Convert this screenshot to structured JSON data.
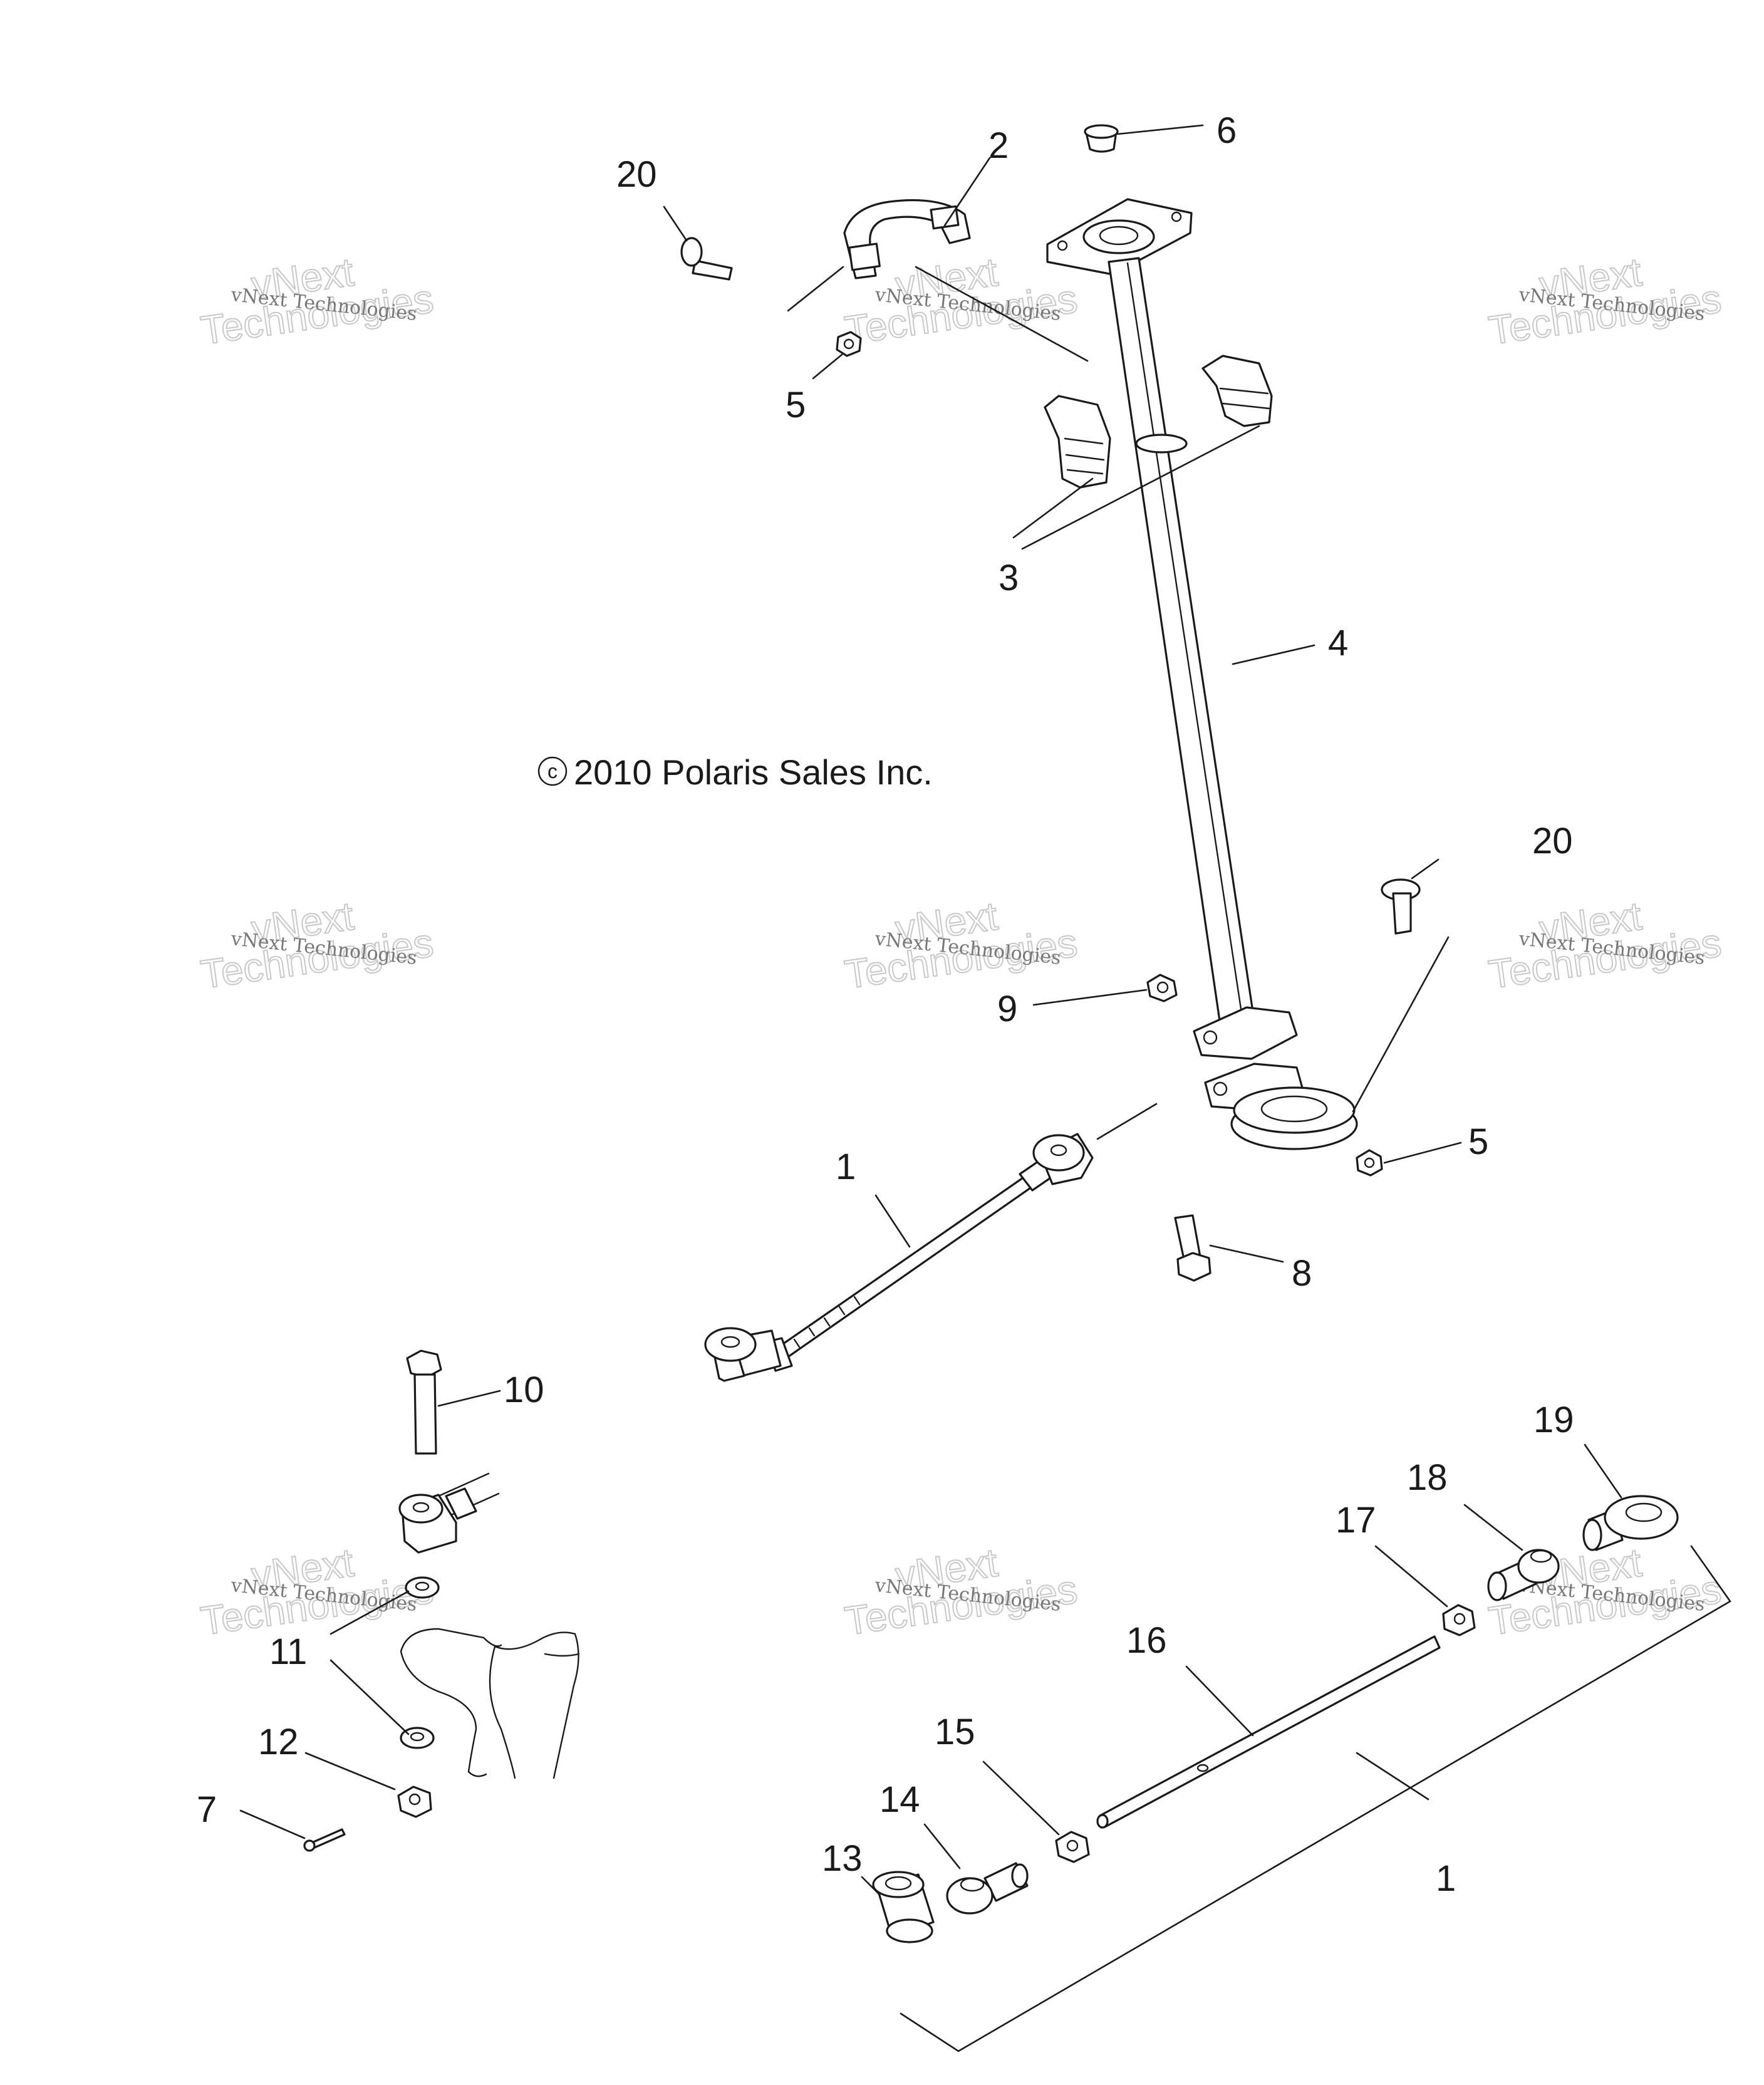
{
  "diagram": {
    "copyright": "2010 Polaris Sales Inc.",
    "copyright_symbol": "c",
    "watermark": {
      "line1": "vNext",
      "line2": "Technologies",
      "small": "vNext Technologies"
    },
    "callouts": {
      "c1_top": "1",
      "c1_bottom": "1",
      "c2": "2",
      "c3": "3",
      "c4": "4",
      "c5_top": "5",
      "c5_mid": "5",
      "c6": "6",
      "c7": "7",
      "c8": "8",
      "c9": "9",
      "c10": "10",
      "c11": "11",
      "c12": "12",
      "c13": "13",
      "c14": "14",
      "c15": "15",
      "c16": "16",
      "c17": "17",
      "c18": "18",
      "c19": "19",
      "c20_top": "20",
      "c20_mid": "20"
    }
  }
}
